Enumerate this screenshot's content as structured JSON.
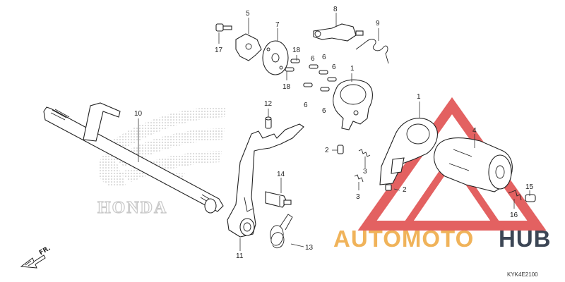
{
  "callouts": [
    {
      "id": "c5",
      "label": "5"
    },
    {
      "id": "c7",
      "label": "7"
    },
    {
      "id": "c8",
      "label": "8"
    },
    {
      "id": "c9",
      "label": "9"
    },
    {
      "id": "c17",
      "label": "17"
    },
    {
      "id": "c18a",
      "label": "18"
    },
    {
      "id": "c18b",
      "label": "18"
    },
    {
      "id": "c6a",
      "label": "6"
    },
    {
      "id": "c6b",
      "label": "6"
    },
    {
      "id": "c6c",
      "label": "6"
    },
    {
      "id": "c6d",
      "label": "6"
    },
    {
      "id": "c6e",
      "label": "6"
    },
    {
      "id": "c1a",
      "label": "1"
    },
    {
      "id": "c1b",
      "label": "1"
    },
    {
      "id": "c10",
      "label": "10"
    },
    {
      "id": "c12",
      "label": "12"
    },
    {
      "id": "c2a",
      "label": "2"
    },
    {
      "id": "c2b",
      "label": "2"
    },
    {
      "id": "c3a",
      "label": "3"
    },
    {
      "id": "c3b",
      "label": "3"
    },
    {
      "id": "c4",
      "label": "4"
    },
    {
      "id": "c14",
      "label": "14"
    },
    {
      "id": "c15",
      "label": "15"
    },
    {
      "id": "c16",
      "label": "16"
    },
    {
      "id": "c11",
      "label": "11"
    },
    {
      "id": "c13",
      "label": "13"
    }
  ],
  "background_logo": {
    "text": "HONDA"
  },
  "watermark": {
    "part_a": "AUTOMOTO",
    "part_b": "HUB",
    "color_a": "#f0b35a",
    "color_b": "#3c4655",
    "triangle_color": "#e05050"
  },
  "direction_marker": {
    "text": "FR."
  },
  "diagram_ref": {
    "code": "KYK4E2100"
  }
}
